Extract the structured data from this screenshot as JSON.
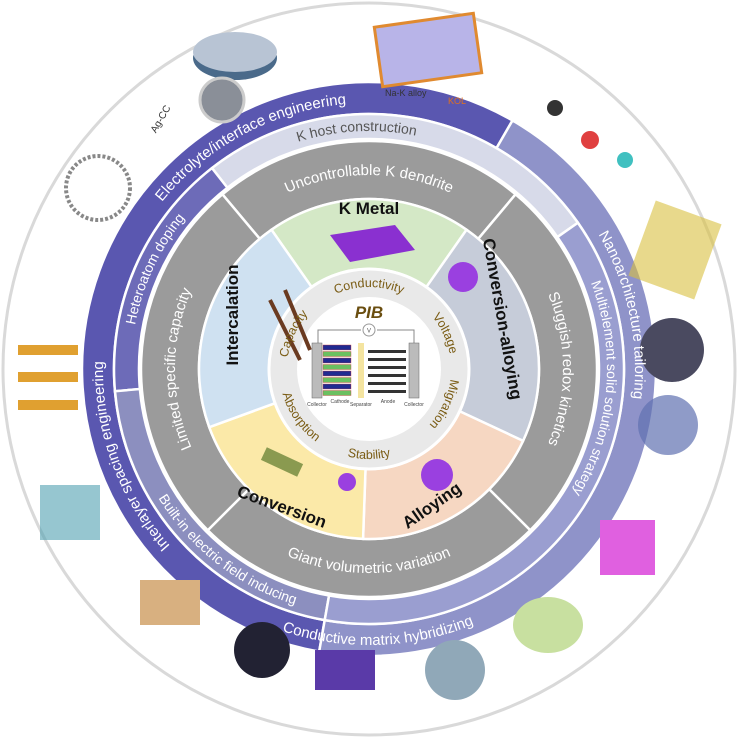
{
  "center": {
    "title": "PIB",
    "voltmeter": "V",
    "labels": [
      "Collector",
      "Cathode",
      "Separator",
      "Anode",
      "Collector"
    ]
  },
  "inner_ring": [
    "Conductivity",
    "Voltage",
    "Migration",
    "Stability",
    "Absorption",
    "Capacity"
  ],
  "sectors": [
    "K Metal",
    "Conversion-alloying",
    "Alloying",
    "Conversion",
    "Intercalation"
  ],
  "challenges": [
    "Uncontrollable K dendrite",
    "Sluggish redox kinetics",
    "Giant volumetric variation",
    "Limited specific capacity"
  ],
  "strategies_inner": [
    "K host construction",
    "Heteroatom doping",
    "Built-in electric field inducing",
    "Multielement solid solution strategy"
  ],
  "strategies_outer": [
    "Electrolyte/interface engineering",
    "Interlayer spacing engineering",
    "Conductive matrix hybridizing",
    "Nanoarchitecture tailoring"
  ],
  "image_labels": {
    "agcc": "Ag-CC",
    "nak": "Na-K alloy",
    "kol": "KOL"
  },
  "colors": {
    "outer_dark": "#5a57b0",
    "outer_light": "#8f93c9",
    "grey_band": "#9b9b9b",
    "ring": "#e9e9e9",
    "ring_text": "#7a5c14"
  }
}
